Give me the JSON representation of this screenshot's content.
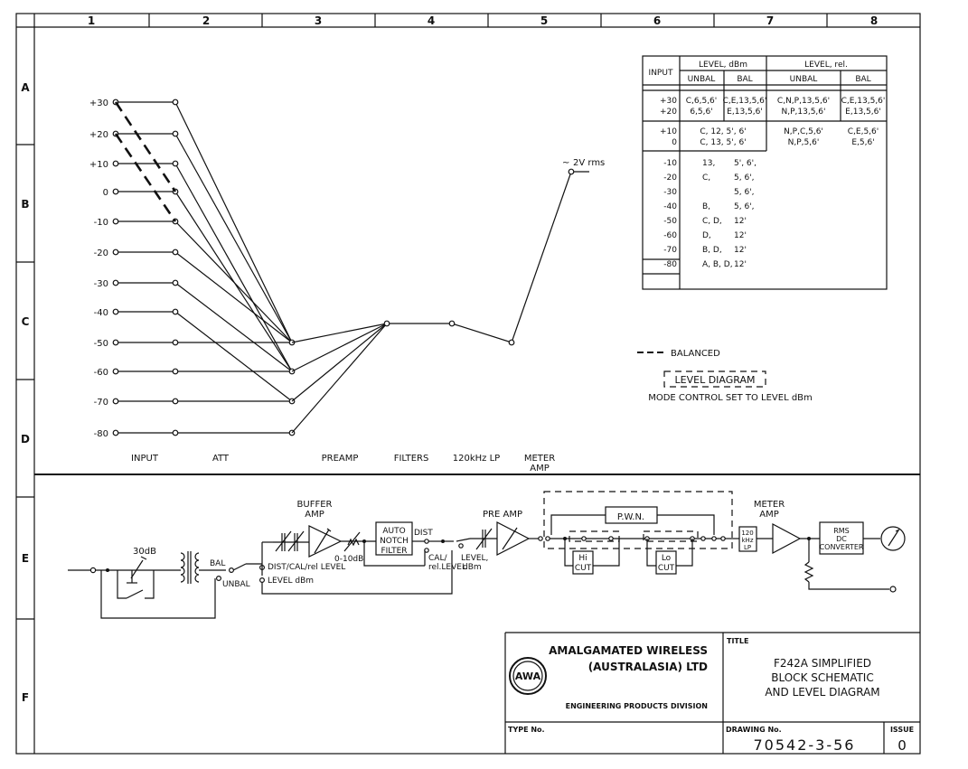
{
  "grid": {
    "columns": [
      "1",
      "2",
      "3",
      "4",
      "5",
      "6",
      "7",
      "8"
    ],
    "rows": [
      "A",
      "B",
      "C",
      "D",
      "E",
      "F"
    ]
  },
  "level_diagram": {
    "input_levels": [
      "+30",
      "+20",
      "+10",
      "0",
      "-10",
      "-20",
      "-30",
      "-40",
      "-50",
      "-60",
      "-70",
      "-80"
    ],
    "output_label": "2V rms",
    "stage_labels": [
      "INPUT",
      "ATT",
      "PREAMP",
      "FILTERS",
      "120kHz LP",
      "METER",
      "AMP"
    ],
    "legend_balanced": "BALANCED",
    "box_label": "LEVEL DIAGRAM",
    "mode_note": "MODE CONTROL SET TO LEVEL dBm"
  },
  "table": {
    "input_header": "INPUT",
    "group1": "LEVEL, dBm",
    "group2": "LEVEL, rel.",
    "sub": [
      "UNBAL",
      "BAL",
      "UNBAL",
      "BAL"
    ],
    "rows1": [
      [
        "+30",
        "C,6,5,6'",
        "C,E,13,5,6'",
        "C,N,P,13,5,6'",
        "C,E,13,5,6'"
      ],
      [
        "+20",
        "6,5,6'",
        "E,13,5,6'",
        "N,P,13,5,6'",
        "E,13,5,6'"
      ]
    ],
    "rows2": [
      [
        "+10",
        "C, 12, 5', 6'",
        "N,P,C,5,6'",
        "C,E,5,6'"
      ],
      [
        "0",
        "C, 13, 5', 6'",
        "N,P,5,6'",
        "E,5,6'"
      ]
    ],
    "rows3": [
      [
        "-10",
        "13,",
        "5',  6',"
      ],
      [
        "-20",
        "C,",
        "5,  6',"
      ],
      [
        "-30",
        "",
        "5,  6',"
      ],
      [
        "-40",
        "B,",
        "5,  6',"
      ],
      [
        "-50",
        "C,  D,",
        "12'"
      ],
      [
        "-60",
        "D,",
        "12'"
      ],
      [
        "-70",
        "B,  D,",
        "12'"
      ],
      [
        "-80",
        "A,  B,  D,",
        "12'"
      ]
    ]
  },
  "schematic": {
    "att_label": "30dB",
    "bal": "BAL",
    "unbal": "UNBAL",
    "buffer_amp": [
      "BUFFER",
      "AMP"
    ],
    "gain_range": "0-10dB",
    "dist_cal": "DIST/CAL/rel LEVEL",
    "level_dbm": "LEVEL dBm",
    "auto_notch": [
      "AUTO",
      "NOTCH",
      "FILTER"
    ],
    "dist": "DIST",
    "cal_rel": [
      "CAL/",
      "rel.LEVEL"
    ],
    "level_dbm2": [
      "LEVEL,",
      "dBm"
    ],
    "pre_amp": "PRE AMP",
    "pwn": "P.W.N.",
    "hi_cut": [
      "Hi",
      "CUT"
    ],
    "lo_cut": [
      "Lo",
      "CUT"
    ],
    "lp": [
      "120",
      "kHz",
      "LP"
    ],
    "meter_amp": [
      "METER",
      "AMP"
    ],
    "rms": [
      "RMS",
      "DC",
      "CONVERTER"
    ]
  },
  "title_block": {
    "company_line1": "AMALGAMATED WIRELESS",
    "company_line2": "(AUSTRALASIA) LTD",
    "division": "ENGINEERING PRODUCTS DIVISION",
    "logo": "AWA",
    "title_label": "TITLE",
    "title": [
      "F242A SIMPLIFIED",
      "BLOCK SCHEMATIC",
      "AND LEVEL DIAGRAM"
    ],
    "type_no_label": "TYPE No.",
    "drawing_no_label": "DRAWING No.",
    "drawing_no": "70542-3-56",
    "issue_label": "ISSUE",
    "issue": "0"
  }
}
